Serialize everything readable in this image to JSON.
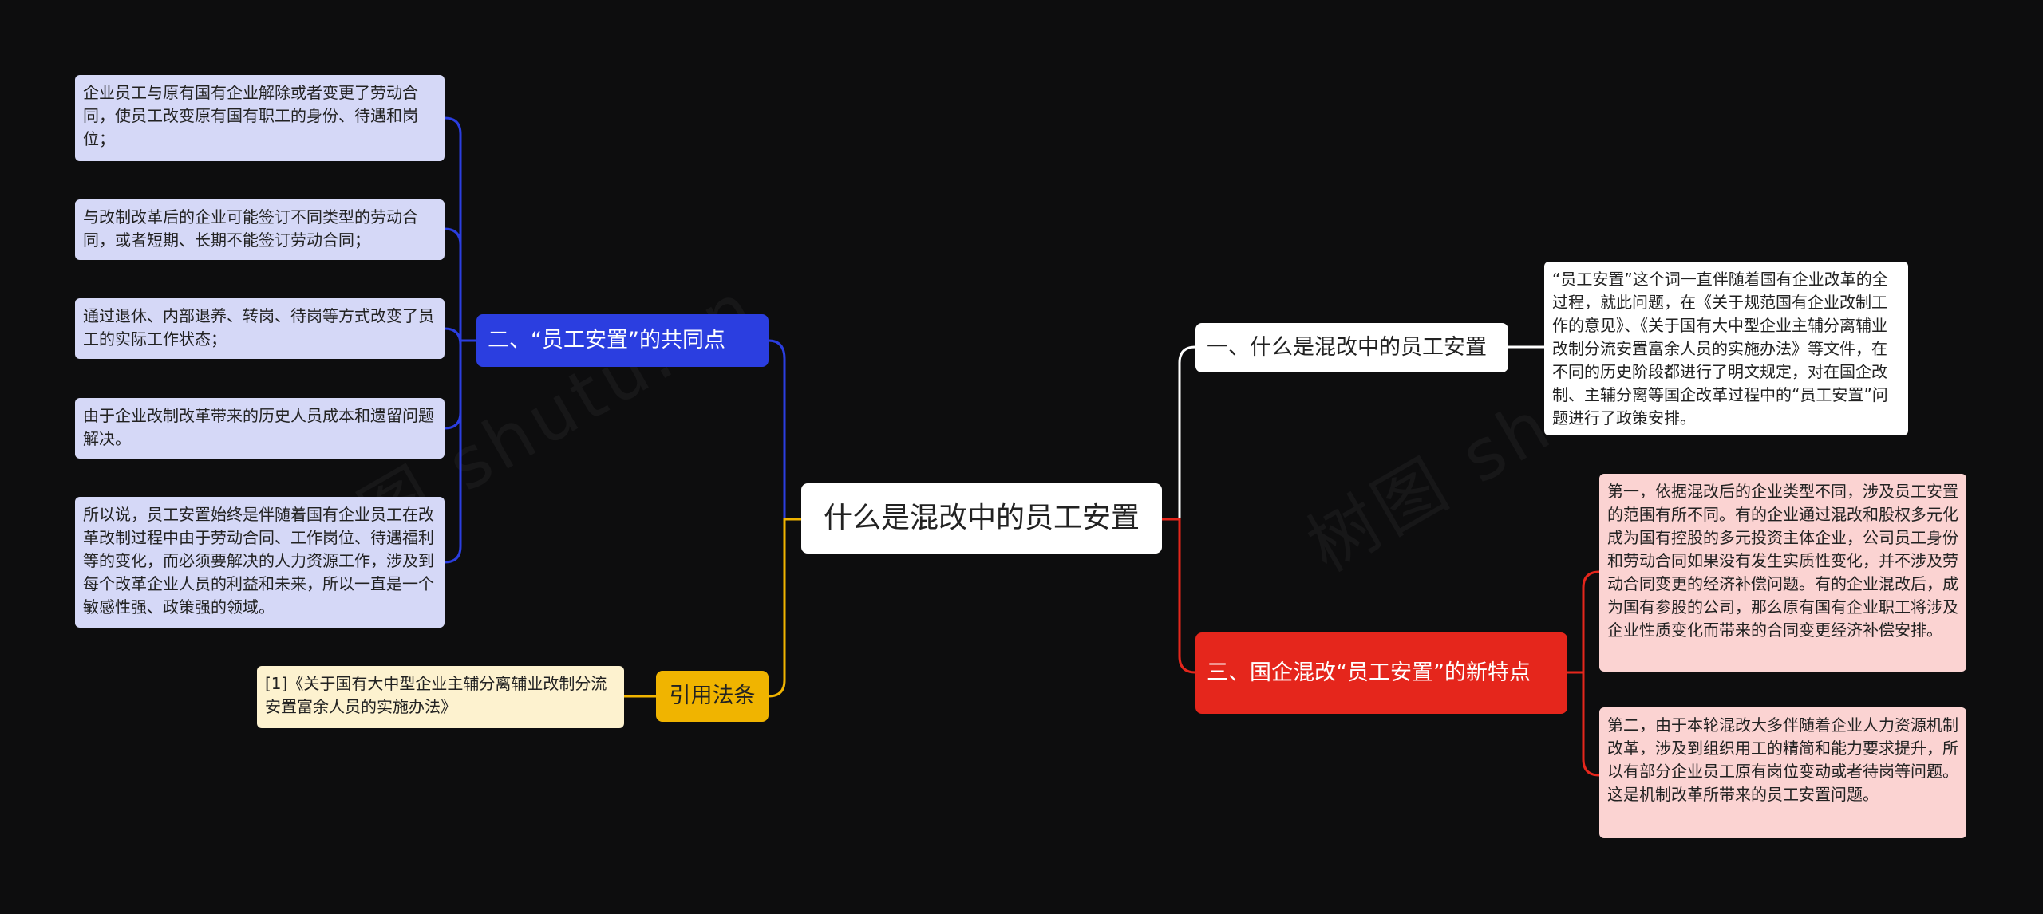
{
  "root": {
    "title": "什么是混改中的员工安置"
  },
  "watermark": "树图 shutu.cn",
  "branches": {
    "b1": {
      "label": "一、什么是混改中的员工安置",
      "color": "#ffffff",
      "leaves": [
        "“员工安置”这个词一直伴随着国有企业改革的全过程，就此问题，在《关于规范国有企业改制工作的意见》、《关于国有大中型企业主辅分离辅业改制分流安置富余人员的实施办法》等文件，在不同的历史阶段都进行了明文规定，对在国企改制、主辅分离等国企改革过程中的“员工安置”问题进行了政策安排。"
      ]
    },
    "b2": {
      "label": "二、“员工安置”的共同点",
      "color": "#2b3ee0",
      "leaves": [
        "企业员工与原有国有企业解除或者变更了劳动合同，使员工改变原有国有职工的身份、待遇和岗位；",
        "与改制改革后的企业可能签订不同类型的劳动合同，或者短期、长期不能签订劳动合同；",
        "通过退休、内部退养、转岗、待岗等方式改变了员工的实际工作状态；",
        "由于企业改制改革带来的历史人员成本和遗留问题解决。",
        "所以说，员工安置始终是伴随着国有企业员工在改革改制过程中由于劳动合同、工作岗位、待遇福利等的变化，而必须要解决的人力资源工作，涉及到每个改革企业人员的利益和未来，所以一直是一个敏感性强、政策强的领域。"
      ]
    },
    "b3": {
      "label": "三、国企混改“员工安置”的新特点",
      "color": "#e5261c",
      "leaves": [
        "第一，依据混改后的企业类型不同，涉及员工安置的范围有所不同。有的企业通过混改和股权多元化成为国有控股的多元投资主体企业，公司员工身份和劳动合同如果没有发生实质性变化，并不涉及劳动合同变更的经济补偿问题。有的企业混改后，成为国有参股的公司，那么原有国有企业职工将涉及企业性质变化而带来的合同变更经济补偿安排。",
        "第二，由于本轮混改大多伴随着企业人力资源机制改革，涉及到组织用工的精简和能力要求提升，所以有部分企业员工原有岗位变动或者待岗等问题。这是机制改革所带来的员工安置问题。"
      ]
    },
    "b4": {
      "label": "引用法条",
      "color": "#f0b400",
      "leaves": [
        "[1]《关于国有大中型企业主辅分离辅业改制分流安置富余人员的实施办法》"
      ]
    }
  }
}
